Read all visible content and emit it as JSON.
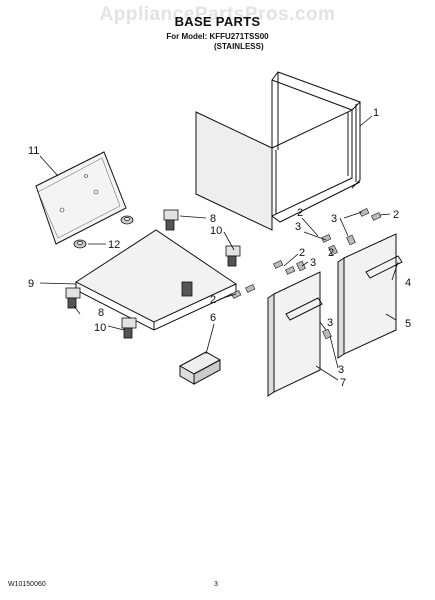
{
  "header": {
    "watermark": "AppliancePartsPros.com",
    "title": "BASE PARTS",
    "model_line": "For Model: KFFU271TSS00",
    "variant": "(STAINLESS)"
  },
  "footer": {
    "document_code": "W10150060",
    "page_number": "3"
  },
  "callouts": [
    "1",
    "11",
    "8",
    "10",
    "12",
    "9",
    "8",
    "10",
    "2",
    "3",
    "2",
    "3",
    "2",
    "3",
    "2",
    "2",
    "6",
    "4",
    "5",
    "3",
    "3",
    "7"
  ]
}
